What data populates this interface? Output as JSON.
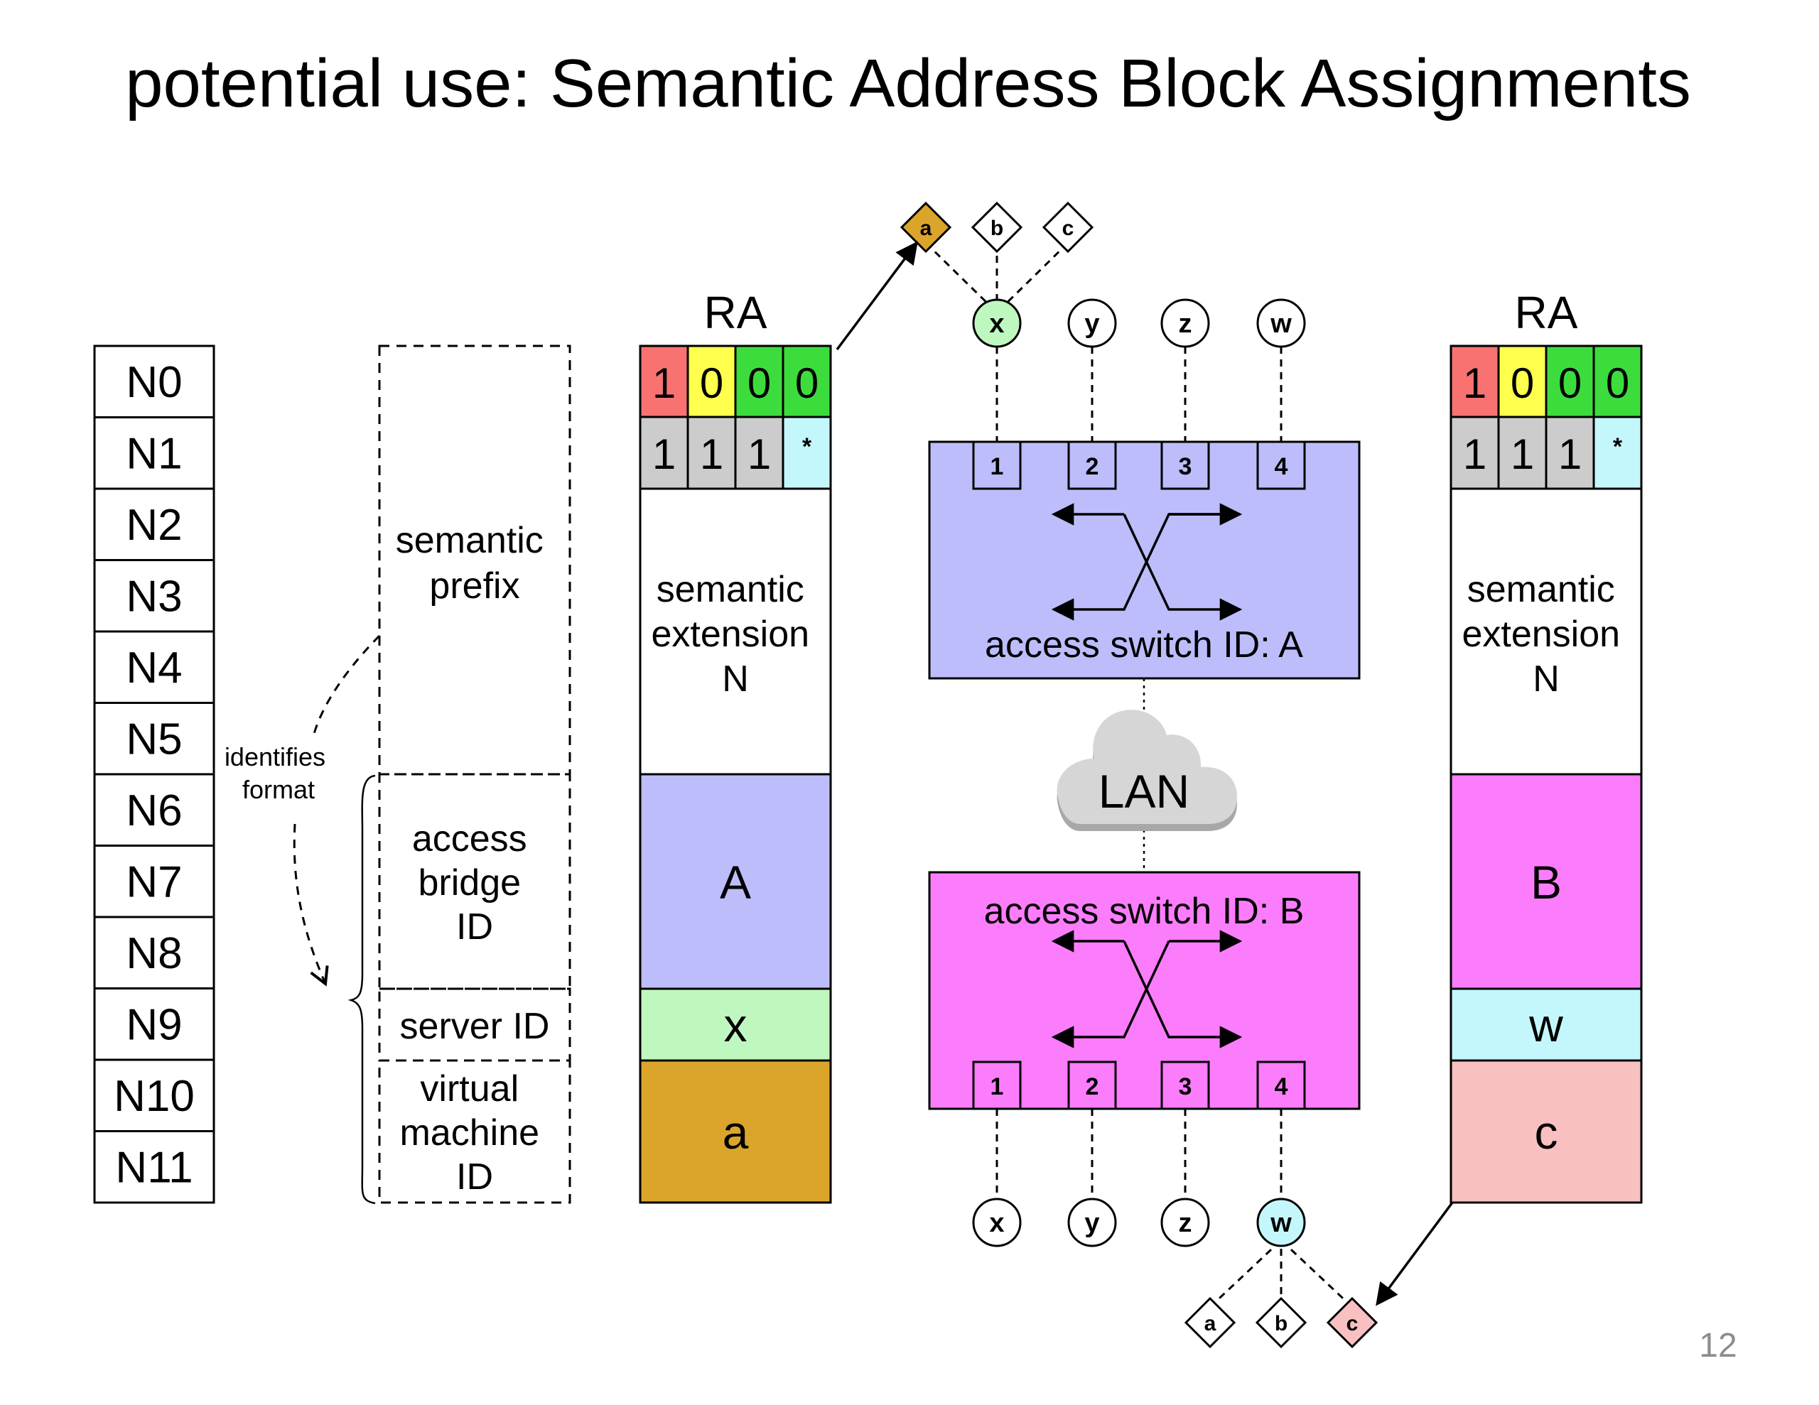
{
  "title": "potential use: Semantic Address Block Assignments",
  "page_number": "12",
  "n_fields": [
    "N0",
    "N1",
    "N2",
    "N3",
    "N4",
    "N5",
    "N6",
    "N7",
    "N8",
    "N9",
    "N10",
    "N11"
  ],
  "format": {
    "semantic_prefix": [
      "semantic",
      "prefix"
    ],
    "identifies_format": [
      "identifies",
      "format"
    ],
    "access_bridge_id": [
      "access",
      "bridge",
      "ID"
    ],
    "server_id": "server ID",
    "virtual_machine_id": [
      "virtual",
      "machine",
      "ID"
    ]
  },
  "address_left": {
    "label": "RA",
    "row0": [
      "1",
      "0",
      "0",
      "0"
    ],
    "row1": [
      "1",
      "1",
      "1",
      "*"
    ],
    "extension": [
      "semantic",
      "extension",
      "N"
    ],
    "switch": "A",
    "server": "x",
    "vm": "a"
  },
  "address_right": {
    "label": "RA",
    "row0": [
      "1",
      "0",
      "0",
      "0"
    ],
    "row1": [
      "1",
      "1",
      "1",
      "*"
    ],
    "extension": [
      "semantic",
      "extension",
      "N"
    ],
    "switch": "B",
    "server": "w",
    "vm": "c"
  },
  "switch_a": {
    "label": "access switch ID: A",
    "ports": [
      "1",
      "2",
      "3",
      "4"
    ]
  },
  "switch_b": {
    "label": "access switch ID: B",
    "ports": [
      "1",
      "2",
      "3",
      "4"
    ]
  },
  "lan": "LAN",
  "top_servers": [
    "x",
    "y",
    "z",
    "w"
  ],
  "bottom_servers": [
    "x",
    "y",
    "z",
    "w"
  ],
  "top_vms": [
    "a",
    "b",
    "c"
  ],
  "bottom_vms": [
    "a",
    "b",
    "c"
  ],
  "colors": {
    "red": "#f87272",
    "yellow": "#ffff4d",
    "green": "#3ddc3d",
    "gray": "#cccccc",
    "cyan": "#c4f7fc",
    "lavender": "#bdbdfc",
    "light_green": "#bff8bf",
    "gold": "#daa52a",
    "magenta": "#fc7dfc",
    "pink": "#f8c0c0",
    "cloud": "#cfcfcf"
  }
}
